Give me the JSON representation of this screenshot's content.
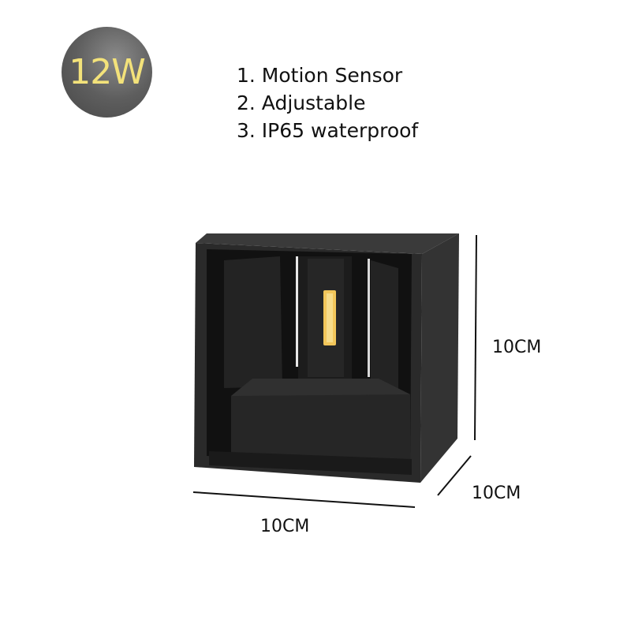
{
  "badge": {
    "power": "12W",
    "text_color": "#f3e27a",
    "bg_color": "#5e5e5e"
  },
  "features": [
    "1. Motion Sensor",
    "2. Adjustable",
    "3. IP65 waterproof"
  ],
  "dimensions": {
    "height": "10CM",
    "depth": "10CM",
    "width": "10CM"
  },
  "product": {
    "name": "wall-lamp-cube",
    "body_color": "#2b2b2b",
    "led_color": "#f2c65a"
  }
}
